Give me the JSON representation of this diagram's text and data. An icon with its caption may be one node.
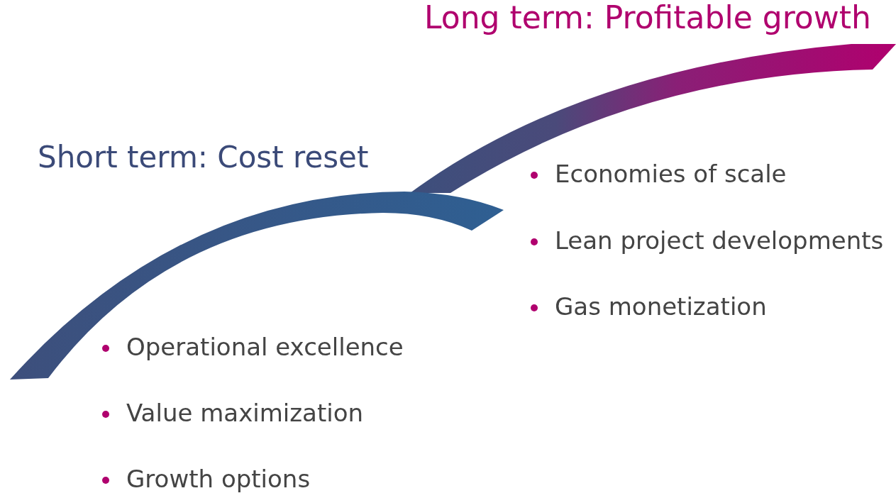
{
  "diagram": {
    "labels": [
      "Long term: Profitable growth",
      "Short term: Cost reset",
      "Economies of scale",
      "Lean project developments",
      "Gas monetization",
      "Operational excellence",
      "Value maximization",
      "Growth options"
    ]
  }
}
